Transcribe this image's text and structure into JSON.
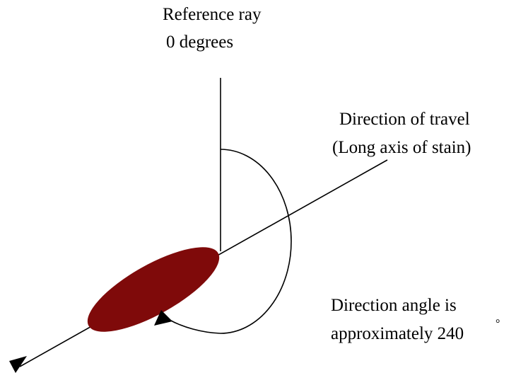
{
  "labels": {
    "reference_line1": "Reference ray",
    "reference_line2": "0 degrees",
    "travel_line1": "Direction of travel",
    "travel_line2": "(Long axis of stain)",
    "angle_line1": "Direction angle is",
    "angle_line2": "approximately 240",
    "degree_symbol": "°"
  },
  "colors": {
    "stain": "#7f0a0a",
    "lines": "#000000",
    "background": "#ffffff"
  },
  "angle": {
    "value_degrees": 240
  }
}
